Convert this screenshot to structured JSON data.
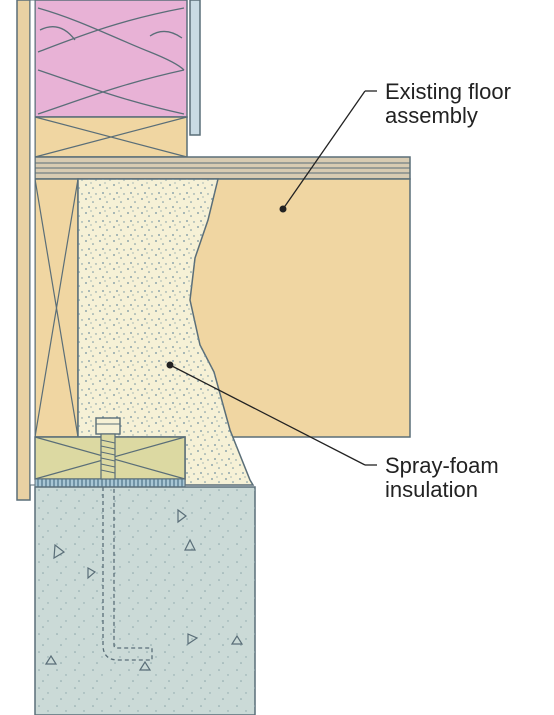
{
  "labels": {
    "floor": {
      "line1": "Existing floor",
      "line2": "assembly"
    },
    "foam": {
      "line1": "Spray-foam",
      "line2": "insulation"
    }
  },
  "colors": {
    "insulation_batt": "#e8b2d6",
    "wood": "#f0d6a2",
    "wood_light": "#f5dfb4",
    "subfloor": "#d8cbb2",
    "sill_plate": "#dcd9a2",
    "sill_gasket": "#a8c6d4",
    "spray_foam": "#f6f1d6",
    "concrete": "#cbdad7",
    "sheathing": "#e9d1a3",
    "gypsum": "#c9dbe4",
    "stroke": "#5a6e78",
    "leader_line": "#222222"
  }
}
